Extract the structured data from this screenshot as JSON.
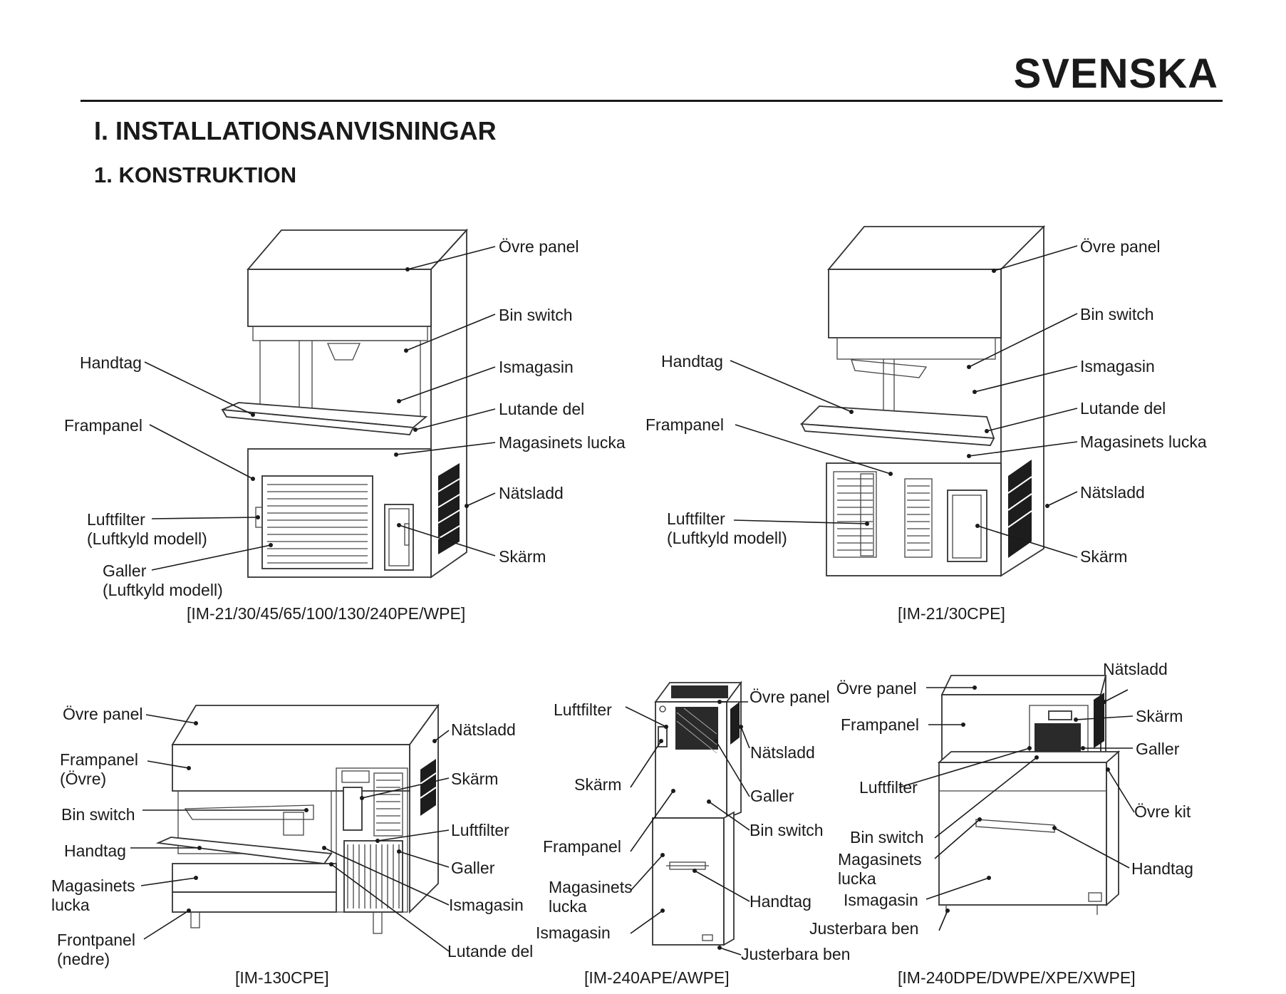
{
  "header": {
    "language": "SVENSKA",
    "section_title": "I. INSTALLATIONSANVISNINGAR",
    "subsection_title": "1. KONSTRUKTION"
  },
  "figures": [
    {
      "caption": "[IM-21/30/45/65/100/130/240PE/WPE]",
      "labels": [
        "Övre panel",
        "Bin switch",
        "Ismagasin",
        "Lutande del",
        "Magasinets lucka",
        "Nätsladd",
        "Skärm",
        "Handtag",
        "Frampanel",
        "Luftfilter",
        "(Luftkyld modell)",
        "Galler",
        "(Luftkyld modell)"
      ]
    },
    {
      "caption": "[IM-21/30CPE]",
      "labels": [
        "Övre panel",
        "Bin switch",
        "Ismagasin",
        "Lutande del",
        "Magasinets lucka",
        "Nätsladd",
        "Skärm",
        "Handtag",
        "Frampanel",
        "Luftfilter",
        "(Luftkyld modell)"
      ]
    },
    {
      "caption": "[IM-130CPE]",
      "labels": [
        "Övre panel",
        "Frampanel",
        "(Övre)",
        "Bin switch",
        "Handtag",
        "Magasinets",
        "lucka",
        "Frontpanel",
        "(nedre)",
        "Nätsladd",
        "Skärm",
        "Luftfilter",
        "Galler",
        "Ismagasin",
        "Lutande del"
      ]
    },
    {
      "caption": "[IM-240APE/AWPE]",
      "labels": [
        "Luftfilter",
        "Skärm",
        "Frampanel",
        "Magasinets",
        "lucka",
        "Ismagasin",
        "Övre panel",
        "Nätsladd",
        "Galler",
        "Bin switch",
        "Handtag",
        "Justerbara ben"
      ]
    },
    {
      "caption": "[IM-240DPE/DWPE/XPE/XWPE]",
      "labels": [
        "Övre panel",
        "Frampanel",
        "Luftfilter",
        "Bin switch",
        "Magasinets",
        "lucka",
        "Ismagasin",
        "Justerbara ben",
        "Nätsladd",
        "Skärm",
        "Galler",
        "Övre kit",
        "Handtag"
      ]
    }
  ]
}
